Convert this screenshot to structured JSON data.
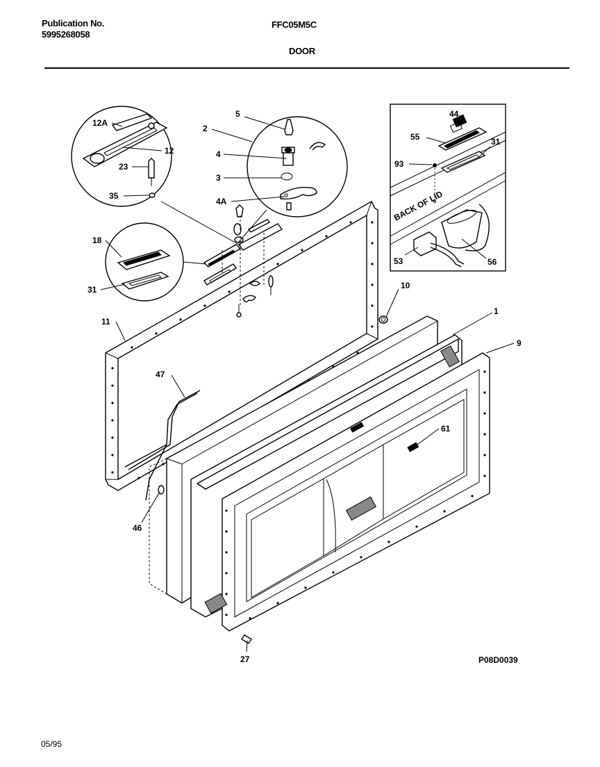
{
  "header": {
    "publication_label": "Publication No.",
    "publication_number": "5995268058",
    "model": "FFC05M5C",
    "section": "DOOR"
  },
  "footer": {
    "diagram_code": "P08D0039",
    "date": "05/95"
  },
  "inset": {
    "panel_text": "BACK OF LID"
  },
  "callouts": {
    "c1": "1",
    "c2": "2",
    "c3": "3",
    "c4": "4",
    "c4A": "4A",
    "c5": "5",
    "c9": "9",
    "c10": "10",
    "c11": "11",
    "c12": "12",
    "c12A": "12A",
    "c18": "18",
    "c23": "23",
    "c27": "27",
    "c31a": "31",
    "c31b": "31",
    "c35": "35",
    "c44": "44",
    "c46": "46",
    "c47": "47",
    "c53": "53",
    "c55": "55",
    "c56": "56",
    "c61": "61",
    "c93": "93"
  }
}
